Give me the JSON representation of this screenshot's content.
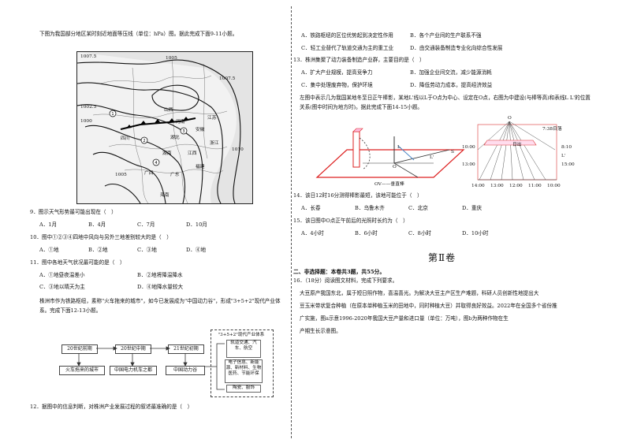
{
  "left": {
    "intro_map": "下图为我国部分地区某时刻近地面等压线（单位：hPa）图。据此完成下面9-11小题。",
    "map_labels": {
      "isobar_1": "1007.5",
      "isobar_2": "1005",
      "isobar_3": "1002.5",
      "isobar_4": "1000",
      "isobar_5": "1010",
      "isobar_6": "1007.5",
      "isobar_7": "1005",
      "place_a": "山西",
      "place_b": "河南",
      "place_c": "湖北",
      "place_d": "四川",
      "place_e": "湖南",
      "place_f": "江西",
      "place_g": "浙江",
      "place_h": "广西",
      "place_i": "广东",
      "place_j": "福建",
      "place_k": "海南",
      "place_l": "安徽",
      "place_m": "江苏"
    },
    "q9": {
      "stem": "9．图示天气形势最可能出现在（　）",
      "options": [
        "A．1月",
        "B．4月",
        "C．7月",
        "D．10月"
      ]
    },
    "q10": {
      "stem": "10．图中①②③④四地中风向与另外三地差别较大的是（　）",
      "options": [
        "A．①地",
        "B．②地",
        "C．③地",
        "D．④地"
      ]
    },
    "q11": {
      "stem": "11．图中各地天气状况最可能的是（　）",
      "options": [
        "A．①地昼夜温差小",
        "B．②地将降温降水",
        "C．③地以晴天为主",
        "D．④地降水量较大"
      ]
    },
    "intro_zhuzhou": "株洲市作为铁路枢纽，素称\"火车拖来的城市\"，如今已发展成为\"中国动力谷\"，形成\"3+5+2\"现代产业体系。完成下面12-13小题。",
    "flow": {
      "period_1": "20世纪前期",
      "period_2": "20世纪中期",
      "period_3": "21世纪初期",
      "label_1": "火车拖来的城市",
      "label_2": "中国电力机车之都",
      "label_3": "中国动力谷",
      "system_title": "\"3+5+2\"现代产业体系",
      "group_1": "轨道交通、汽车、航空",
      "group_2": "电子信息、新能源、新材料、生物医药、节能环保",
      "group_3": "陶瓷、服饰"
    },
    "q12": {
      "stem": "12．据图中的信息判断，对株洲产业发展过程的叙述最准确的是（　）"
    }
  },
  "right": {
    "q12_options": {
      "a": "A．铁路枢纽的区位优势起到决定性作用",
      "b": "B．各个产业间的生产联系不强",
      "c": "C．轻工业替代了轨道交通为主的重工业",
      "d": "D．由交通装备制造专业化向综合性发展"
    },
    "q13": {
      "stem": "13．株洲集聚了动力装备制造产业群，主要目的是（　）",
      "options": [
        "A．扩大产业规模，提高竞争力",
        "B．加强企业间交流，减少能源消耗",
        "C．集中处理废弃物，保护环境",
        "D．降低劳动力成本，提高经济效益"
      ]
    },
    "intro_sun": "左图中表示几为我国某地冬至日正午棒影，某地L'线以L于O点为中心、设定在O点，右图为中建设(与棒等高)和表线L L'的位置关系(图中时间为地方时)。据此完成下面14-15小题。",
    "left_diagram": {
      "label_l": "L",
      "label_o": "O",
      "label_lp": "L'",
      "label_s": "S",
      "label_ov": "OV——垂直棒"
    },
    "right_diagram": {
      "label_o": "O",
      "label_right": "7:38日落",
      "label_left": "日出",
      "times": [
        "14:00",
        "13:00",
        "12:00",
        "11:00",
        "10:00"
      ],
      "side_times": [
        "10:00",
        "13:00",
        "8:10",
        "15:00"
      ],
      "label_lp": "L'"
    },
    "q14": {
      "stem": "14．该日12时16分测得棒影最短，该地可能位于（　）",
      "options": [
        "A．长春",
        "B．乌鲁木齐",
        "C．北京",
        "D．重庆"
      ]
    },
    "q15": {
      "stem": "15．该日图中O点正午前后的光照时长约为（　）",
      "options": [
        "A．4小时",
        "B．6小时",
        "C．8小时",
        "D．10小时"
      ]
    },
    "volume_title": "第Ⅱ卷",
    "section2": "二、非选择题：本卷共3题，共55分。",
    "q16_stem": "16．（18分）阅读图文材料，完成下列要求。",
    "q16_material": [
      "大豆原产我国东北，属于短日照作物，喜温喜光。为解决大豆主产区生产难题，科研人员创新性地提出大",
      "豆玉米带状复合种植（在原本单种植玉米的田地中，同时种植大豆）并取得良好效益。2022年在全国多个省份推",
      "广实施，图a示意1996-2020年我国大豆产量和进口量（单位：万吨），图b为两种作物在生",
      "产期生长示意图。"
    ]
  }
}
